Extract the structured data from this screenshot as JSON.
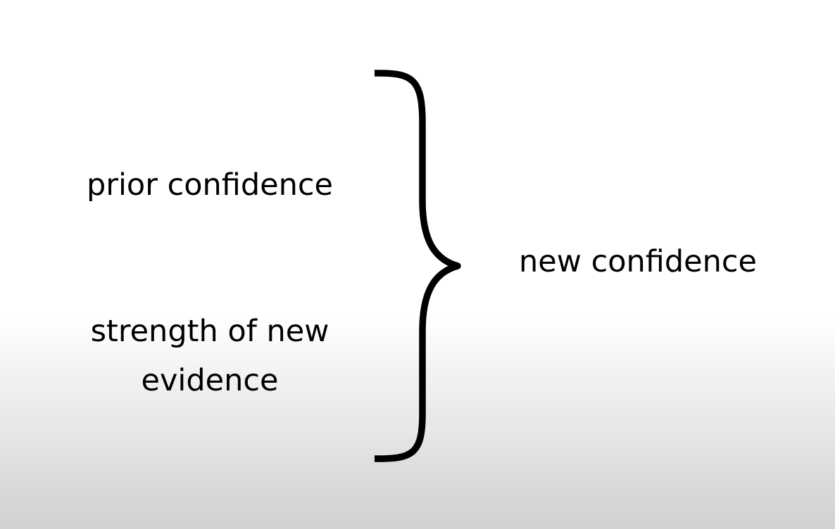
{
  "diagram": {
    "inputs": {
      "prior": "prior confidence",
      "evidence_line1": "strength of new",
      "evidence_line2": "evidence"
    },
    "output": "new confidence"
  }
}
